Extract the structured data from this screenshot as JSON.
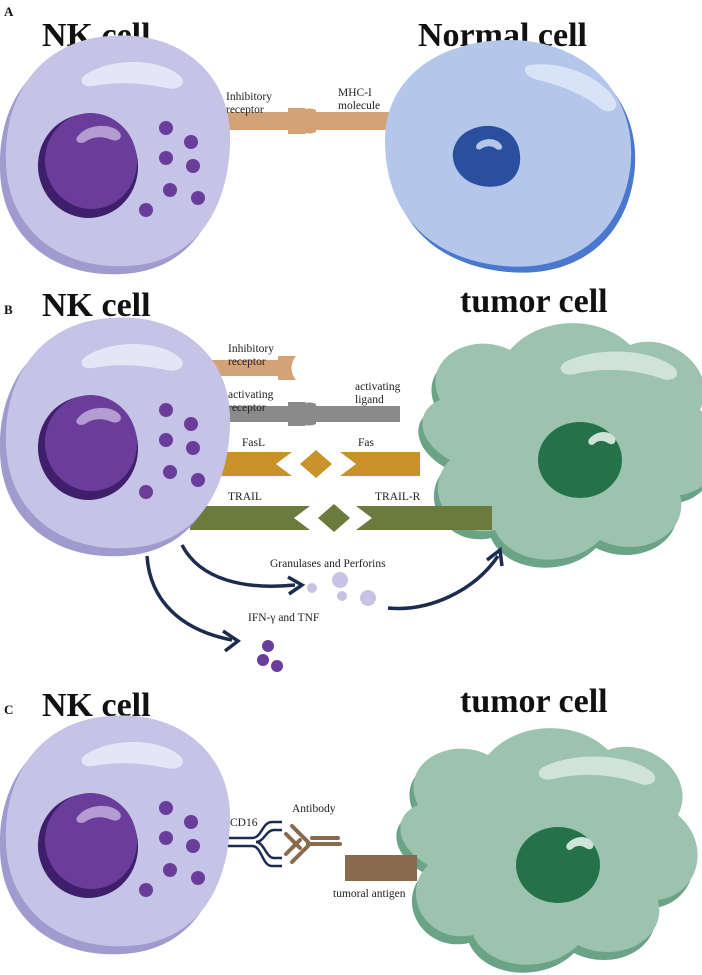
{
  "panels": {
    "a": {
      "letter": "A",
      "nk_title": "NK cell",
      "target_title": "Normal cell",
      "inhibitory_receptor": [
        "Inhibitory",
        "receptor"
      ],
      "mhc": [
        "MHC-I",
        "molecule"
      ]
    },
    "b": {
      "letter": "B",
      "nk_title": "NK cell",
      "target_title": "tumor  cell",
      "inhibitory_receptor": [
        "Inhibitory",
        "receptor"
      ],
      "activating_receptor": [
        "activating",
        "receptor"
      ],
      "activating_ligand": [
        "activating",
        "ligand"
      ],
      "fasl": "FasL",
      "fas": "Fas",
      "trail": "TRAIL",
      "trail_r": "TRAIL-R",
      "granulases": "Granulases and Perforins",
      "ifn": "IFN-γ and TNF"
    },
    "c": {
      "letter": "C",
      "nk_title": "NK cell",
      "target_title": "tumor  cell",
      "cd16": "CD16",
      "antibody": "Antibody",
      "tumoral_antigen": "tumoral antigen"
    }
  },
  "colors": {
    "nk_body": "#c5c3e6",
    "nk_shadow": "#a09bcf",
    "nk_nucleus": "#6a3d9a",
    "nk_nucleus_dark": "#3f1f6b",
    "granule": "#6a3d9a",
    "normal_body": "#b4c7eb",
    "normal_shadow": "#4a78cf",
    "normal_nucleus": "#2a4f9e",
    "tumor_body": "#9cc3ad",
    "tumor_shadow": "#6ba386",
    "tumor_nucleus": "#25724a",
    "inhibitory": "#d4a277",
    "activating": "#8a8a8a",
    "fas": "#c9922a",
    "trail": "#6b7a3d",
    "arrow": "#1d2b4f",
    "antibody": "#8a6a4e",
    "cd16": "#1d2b4f",
    "perforin": "#c8c3e6"
  }
}
